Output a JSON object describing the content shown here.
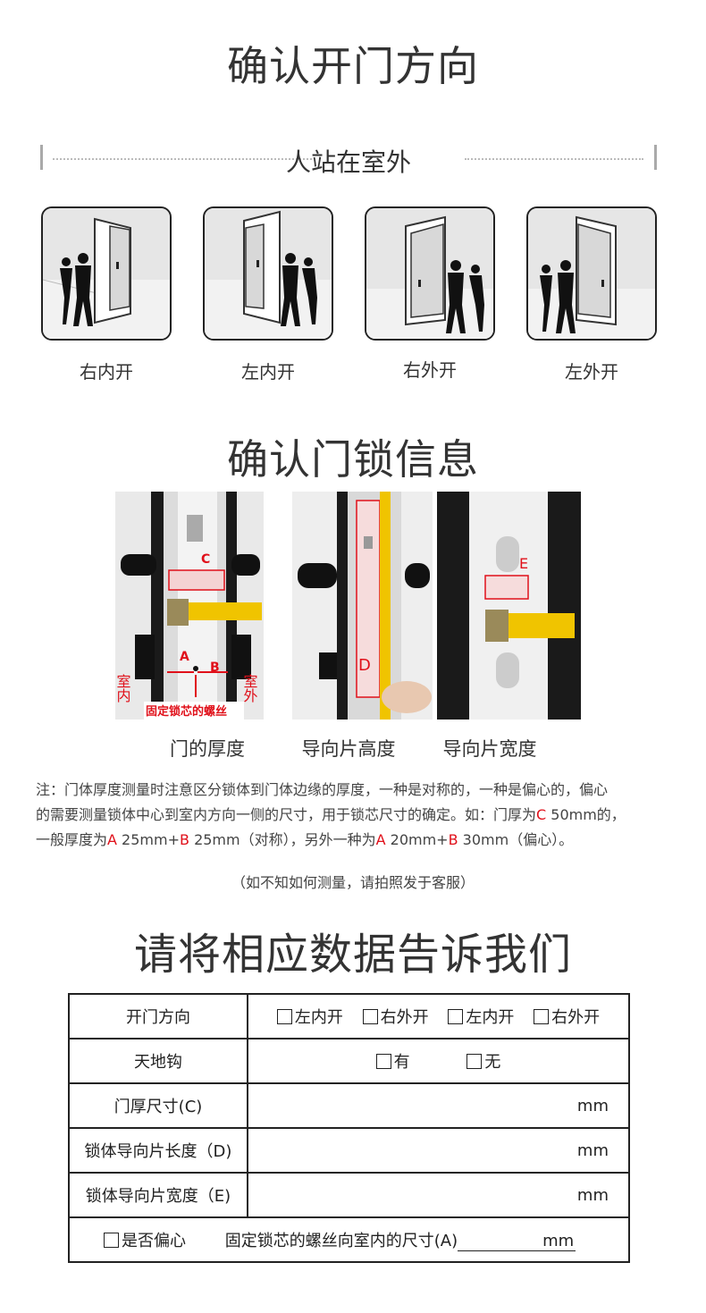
{
  "section1": {
    "title": "确认开门方向",
    "subtitle": "人站在室外",
    "doors": [
      {
        "label": "右内开"
      },
      {
        "label": "左内开"
      },
      {
        "label": "右外开"
      },
      {
        "label": "左外开"
      }
    ]
  },
  "section2": {
    "title": "确认门锁信息",
    "photos": [
      {
        "caption": "门的厚度",
        "marks": {
          "c": "C",
          "a": "A",
          "b": "B",
          "indoor": "室内",
          "outdoor": "室外",
          "screw": "固定锁芯的螺丝"
        }
      },
      {
        "caption": "导向片高度",
        "marks": {
          "d": "D"
        }
      },
      {
        "caption": "导向片宽度",
        "marks": {
          "e": "E"
        }
      }
    ],
    "note": {
      "line1": "注：门体厚度测量时注意区分锁体到门体边缘的厚度，一种是对称的，一种是偏心的，偏心",
      "line2a": "的需要测量锁体中心到室内方向一侧的尺寸，用于锁芯尺寸的确定。如：门厚为",
      "c": "C",
      "line2b": " 50mm的，",
      "line3a": "一般厚度为",
      "a1": "A",
      "line3b": " 25mm+",
      "b1": "B",
      "line3c": " 25mm（对称），另外一种为",
      "a2": "A",
      "line3d": " 20mm+",
      "b2": "B",
      "line3e": " 30mm（偏心）。"
    },
    "hint": "（如不知如何测量，请拍照发于客服）"
  },
  "section3": {
    "title": "请将相应数据告诉我们",
    "rows": [
      {
        "label": "开门方向",
        "options": [
          "左内开",
          "右外开",
          "左内开",
          "右外开"
        ]
      },
      {
        "label": "天地钩",
        "options": [
          "有",
          "无"
        ]
      },
      {
        "label": "门厚尺寸(C)",
        "unit": "mm"
      },
      {
        "label": "锁体导向片长度（D)",
        "unit": "mm"
      },
      {
        "label": "锁体导向片宽度（E)",
        "unit": "mm"
      }
    ],
    "last_row": {
      "checkbox_label": "是否偏心",
      "field_label": "固定锁芯的螺丝向室内的尺寸(A)",
      "unit": "mm"
    }
  }
}
